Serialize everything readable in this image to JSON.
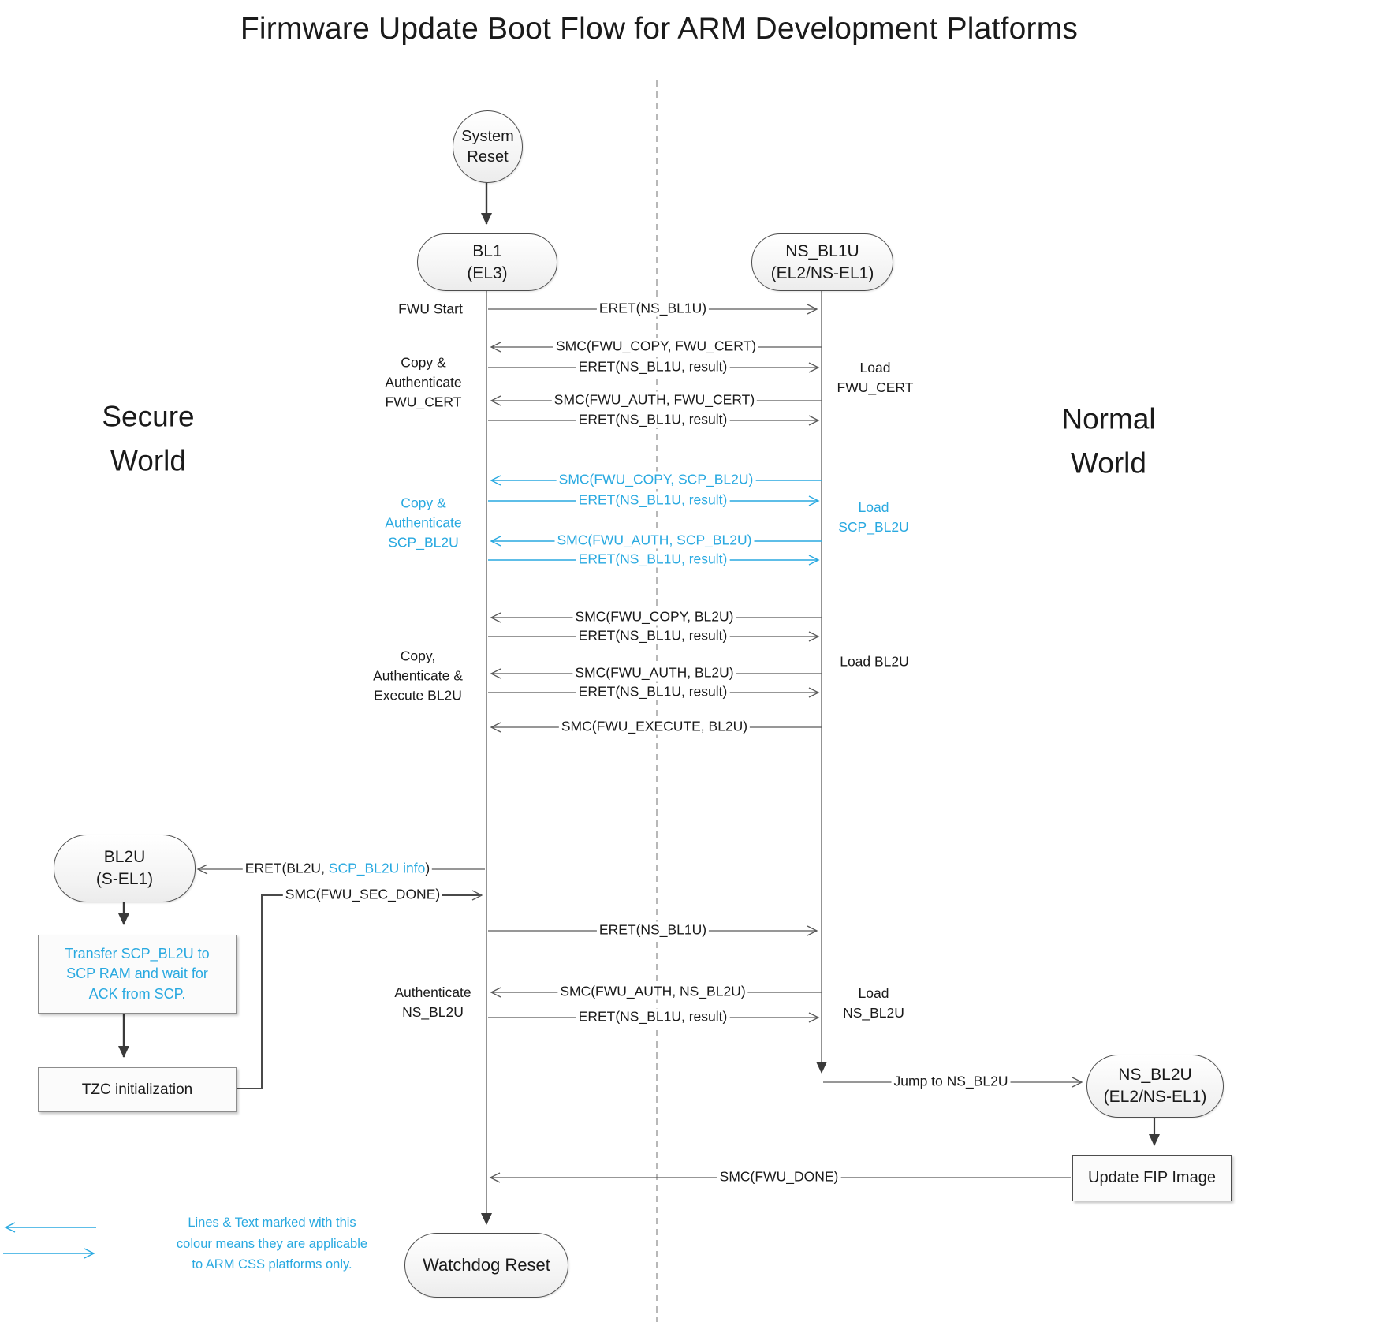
{
  "title": "Firmware Update Boot Flow for ARM Development Platforms",
  "world_labels": {
    "secure": "Secure\nWorld",
    "normal": "Normal\nWorld"
  },
  "nodes": {
    "system_reset": "System\nReset",
    "bl1": "BL1\n(EL3)",
    "ns_bl1u": "NS_BL1U\n(EL2/NS-EL1)",
    "bl2u": "BL2U\n(S-EL1)",
    "ns_bl2u": "NS_BL2U\n(EL2/NS-EL1)",
    "watchdog_reset": "Watchdog Reset"
  },
  "process_boxes": {
    "transfer_scp": "Transfer SCP_BL2U to\nSCP RAM and wait for\nACK from SCP.",
    "tzc_init": "TZC initialization",
    "update_fip": "Update FIP Image"
  },
  "stage_labels": {
    "fwu_start": "FWU Start",
    "copy_auth_fwu_cert": "Copy &\nAuthenticate\nFWU_CERT",
    "load_fwu_cert": "Load\nFWU_CERT",
    "copy_auth_scp_bl2u": "Copy &\nAuthenticate\nSCP_BL2U",
    "load_scp_bl2u": "Load\nSCP_BL2U",
    "copy_auth_exec_bl2u": "Copy,\nAuthenticate &\nExecute BL2U",
    "load_bl2u": "Load BL2U",
    "auth_ns_bl2u": "Authenticate\nNS_BL2U",
    "load_ns_bl2u": "Load\nNS_BL2U"
  },
  "messages": {
    "m01": "ERET(NS_BL1U)",
    "m02": "SMC(FWU_COPY, FWU_CERT)",
    "m03": "ERET(NS_BL1U, result)",
    "m04": "SMC(FWU_AUTH, FWU_CERT)",
    "m05": "ERET(NS_BL1U, result)",
    "m06": "SMC(FWU_COPY, SCP_BL2U)",
    "m07": "ERET(NS_BL1U, result)",
    "m08": "SMC(FWU_AUTH, SCP_BL2U)",
    "m09": "ERET(NS_BL1U, result)",
    "m10": "SMC(FWU_COPY, BL2U)",
    "m11": "ERET(NS_BL1U, result)",
    "m12": "SMC(FWU_AUTH, BL2U)",
    "m13": "ERET(NS_BL1U, result)",
    "m14": "SMC(FWU_EXECUTE, BL2U)",
    "m15_prefix": "ERET(BL2U, ",
    "m15_highlight": "SCP_BL2U info",
    "m15_suffix": ")",
    "m16": "SMC(FWU_SEC_DONE)",
    "m17": "ERET(NS_BL1U)",
    "m18": "SMC(FWU_AUTH, NS_BL2U)",
    "m19": "ERET(NS_BL1U, result)",
    "m20": "Jump to NS_BL2U",
    "m21": "SMC(FWU_DONE)"
  },
  "legend": {
    "note": "Lines & Text marked with this\ncolour means they are applicable\nto ARM CSS platforms only."
  },
  "colors": {
    "accent_blue": "#29A9E0",
    "line_gray": "#595959"
  }
}
